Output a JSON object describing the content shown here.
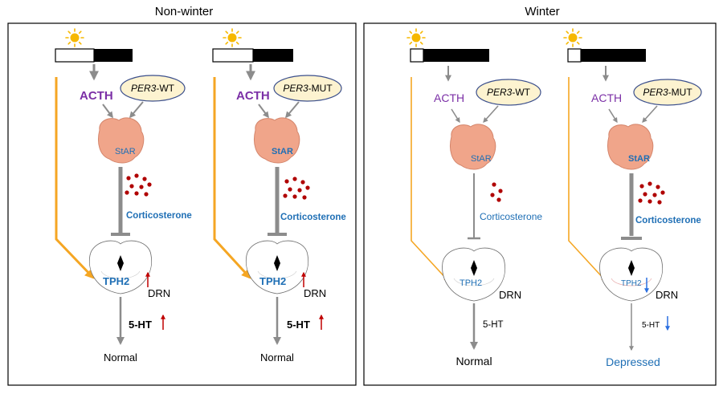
{
  "panels": {
    "left_title": "Non-winter",
    "right_title": "Winter"
  },
  "columns": [
    {
      "acth": "ACTH",
      "gene_prefix": "PER3",
      "gene_suffix": "-WT",
      "star": "StAR",
      "cort": "Corticosterone",
      "tph": "TPH2",
      "drn": "DRN",
      "ht": "5-HT",
      "outcome": "Normal"
    },
    {
      "acth": "ACTH",
      "gene_prefix": "PER3",
      "gene_suffix": "-MUT",
      "star": "StAR",
      "cort": "Corticosterone",
      "tph": "TPH2",
      "drn": "DRN",
      "ht": "5-HT",
      "outcome": "Normal"
    },
    {
      "acth": "ACTH",
      "gene_prefix": "PER3",
      "gene_suffix": "-WT",
      "star": "StAR",
      "cort": "Corticosterone",
      "tph": "TPH2",
      "drn": "DRN",
      "ht": "5-HT",
      "outcome": "Normal"
    },
    {
      "acth": "ACTH",
      "gene_prefix": "PER3",
      "gene_suffix": "-MUT",
      "star": "StAR",
      "cort": "Corticosterone",
      "tph": "TPH2",
      "drn": "DRN",
      "ht": "5-HT",
      "outcome": "Depressed"
    }
  ],
  "colors": {
    "acth_purple": "#7b2fa6",
    "blue_text": "#1f6fb5",
    "orange": "#f5a623",
    "gray": "#8c8c8c",
    "dark_red": "#b00000",
    "up_red": "#c00000",
    "down_blue": "#2a6fe0",
    "gene_fill": "#fdf3d0",
    "gene_stroke": "#3b4f8c",
    "adrenal": "#f0a58a",
    "sun": "#f6b800"
  },
  "icons": {
    "sun": "sun-icon",
    "adrenal": "adrenal-gland-icon",
    "brain_slice": "brainstem-section-icon"
  }
}
